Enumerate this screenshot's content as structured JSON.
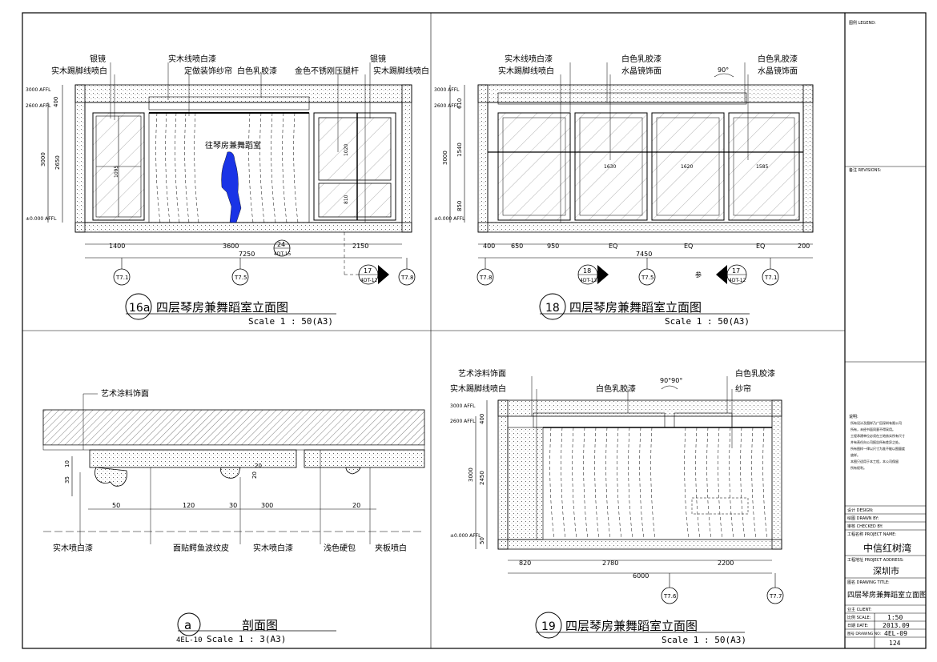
{
  "drawings": {
    "d16a": {
      "number": "16a",
      "title": "四层琴房兼舞蹈室立面图",
      "scale": "Scale 1 : 50(A3)",
      "labels": [
        "银镜",
        "实木线喷白漆",
        "实木踢脚线喷白",
        "定做装饰纱帘",
        "白色乳胶漆",
        "金色不锈刚压腿杆",
        "银镜",
        "实木踢脚线喷白"
      ],
      "room_label": "往琴房兼舞蹈室",
      "level_marks": [
        "3000 AFFL",
        "2600 AFFL",
        "±0.000 AFFL"
      ],
      "vertical_dims": [
        "400",
        "3000",
        "2650"
      ],
      "inner_dims": [
        "1095",
        "1020",
        "810"
      ],
      "horizontal_dims": [
        "1400",
        "3600",
        "2150"
      ],
      "total_dim": "7250",
      "axes": [
        "T7.1",
        "T7.5",
        "T7.8"
      ],
      "callouts": [
        {
          "top": "24",
          "bottom": "4DT-15"
        },
        {
          "top": "17",
          "bottom": "4DT-12"
        }
      ]
    },
    "d18": {
      "number": "18",
      "title": "四层琴房兼舞蹈室立面图",
      "scale": "Scale 1 : 50(A3)",
      "labels": [
        "实木线喷白漆",
        "实木踢脚线喷白",
        "白色乳胶漆",
        "水晶镜饰面",
        "白色乳胶漆",
        "水晶镜饰面"
      ],
      "angle": "90°",
      "level_marks": [
        "3000 AFFL",
        "2600 AFFL",
        "±0.000 AFFL"
      ],
      "vertical_dims": [
        "610",
        "3000",
        "1540",
        "850"
      ],
      "inner_dims": [
        "1630",
        "1620",
        "1585"
      ],
      "horizontal_dims": [
        "400",
        "650",
        "950",
        "EQ",
        "EQ",
        "EQ",
        "200"
      ],
      "total_dim": "7450",
      "axes": [
        "T7.8",
        "T7.5",
        "T7.1"
      ],
      "callouts": [
        {
          "top": "18",
          "bottom": "4DT-13"
        },
        {
          "top": "17",
          "bottom": "4DT-12"
        }
      ],
      "ref_prefix": "参"
    },
    "da": {
      "number": "a",
      "code": "4EL-10",
      "title": "剖面图",
      "scale": "Scale 1 : 3(A3)",
      "labels_top": [
        "艺术涂料饰面"
      ],
      "labels_bottom": [
        "实木喷白漆",
        "面贴鳄鱼波纹皮",
        "实木喷白漆",
        "浅色硬包",
        "夹板喷白"
      ],
      "dims": [
        "50",
        "120",
        "30",
        "300",
        "20",
        "10",
        "35",
        "20",
        "20"
      ]
    },
    "d19": {
      "number": "19",
      "title": "四层琴房兼舞蹈室立面图",
      "scale": "Scale 1 : 50(A3)",
      "labels": [
        "艺术涂料饰面",
        "实木踢脚线喷白",
        "白色乳胶漆",
        "白色乳胶漆",
        "纱帘"
      ],
      "angles": "90°90°",
      "level_marks": [
        "3000 AFFL",
        "2600 AFFL",
        "±0.000 AFFL"
      ],
      "vertical_dims": [
        "400",
        "3000",
        "2450",
        "50"
      ],
      "horizontal_dims": [
        "820",
        "2780",
        "2200"
      ],
      "total_dim": "6000",
      "axes": [
        "T7.6",
        "T7.7"
      ]
    }
  },
  "title_block": {
    "legend": "图例 LEGEND:",
    "revisions": "备注 REVISIONS:",
    "notes_heading": "说明:",
    "notes": [
      "所有设计及图样乃广田深圳有限公司",
      "所有，未经书面同意不得采用。",
      "工程承建单位必须在工地核实所有尺寸",
      "并有责任向公司报告所有差异之处。",
      "所有图样一律以尺寸为准不能以图量度",
      "放样。",
      "本图只适用于本工程，本公司保留",
      "所有权利。"
    ],
    "design_label": "设计 DESIGN:",
    "drawn_label": "绘图 DRAWN BY:",
    "checked_label": "审核 CHECKED BY:",
    "project_label": "工程名称 PROJECT NAME:",
    "project_name": "中信红树湾",
    "address_label": "工程地址 PROJECT ADDRESS:",
    "address": "深圳市",
    "drawing_title_label": "图名 DRAWING TITLE:",
    "drawing_title": "四层琴房兼舞蹈室立面图",
    "client_label": "业主 CLIENT:",
    "scale_label": "比例 SCALE:",
    "scale": "1:50",
    "date_label": "日期 DATE:",
    "date": "2013.09",
    "drawing_no_label": "图号 DRAWING NO:",
    "drawing_no": "4EL-09",
    "page": "124"
  }
}
